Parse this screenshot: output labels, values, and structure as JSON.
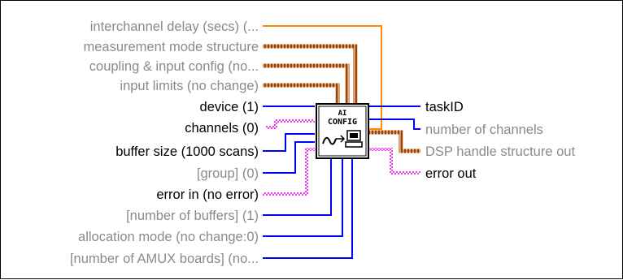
{
  "vi": {
    "icon": {
      "line1": "AI",
      "line2": "CONFIG"
    },
    "inputs": [
      {
        "label": "interchannel delay (secs) (...",
        "required": false,
        "wire": "orange"
      },
      {
        "label": "measurement mode structure",
        "required": false,
        "wire": "cluster"
      },
      {
        "label": "coupling & input config (no...",
        "required": false,
        "wire": "cluster"
      },
      {
        "label": "input limits (no change)",
        "required": false,
        "wire": "cluster"
      },
      {
        "label": "device (1)",
        "required": true,
        "wire": "blue"
      },
      {
        "label": "channels (0)",
        "required": true,
        "wire": "pink"
      },
      {
        "label": "buffer size (1000 scans)",
        "required": true,
        "wire": "blue"
      },
      {
        "label": "[group] (0)",
        "required": false,
        "wire": "blue"
      },
      {
        "label": "error in (no error)",
        "required": true,
        "wire": "pink"
      },
      {
        "label": "[number of buffers] (1)",
        "required": false,
        "wire": "blue"
      },
      {
        "label": "allocation mode (no change:0)",
        "required": false,
        "wire": "blue"
      },
      {
        "label": "[number of AMUX boards] (no...",
        "required": false,
        "wire": "blue"
      }
    ],
    "outputs": [
      {
        "label": "taskID",
        "required": true,
        "wire": "blue"
      },
      {
        "label": "number of channels",
        "required": false,
        "wire": "blue"
      },
      {
        "label": "DSP handle structure out",
        "required": false,
        "wire": "cluster"
      },
      {
        "label": "error out",
        "required": true,
        "wire": "pink"
      }
    ],
    "colors": {
      "blue": "#0000ff",
      "orange": "#ff8c00",
      "cluster": "#a0522d",
      "pink": "#ff33ff",
      "required_text": "#000000",
      "optional_text": "#8a8a8a"
    }
  }
}
